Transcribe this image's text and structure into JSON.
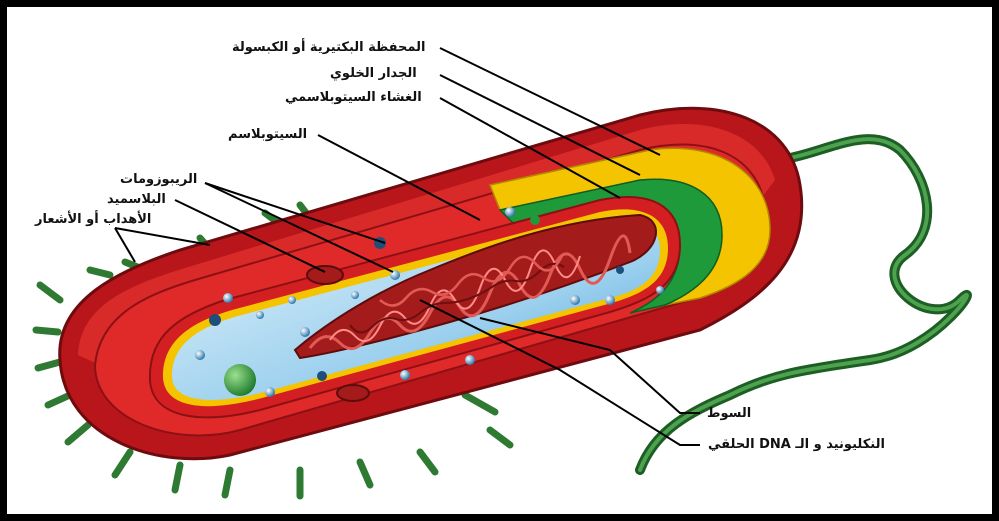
{
  "labels": {
    "capsule": "المحفظة البكتيرية أو الكبسولة",
    "cell_wall": "الجدار الخلوي",
    "membrane": "الغشاء السيتوبلاسمي",
    "cytoplasm": "السيتوبلاسم",
    "ribosomes": "الريبوزومات",
    "plasmid": "البلاسميد",
    "pili": "الأهداب أو الأشعار",
    "flagellum": "السوط",
    "nucleoid": "النكليونيد و الـ DNA الحلقي"
  },
  "colors": {
    "capsule": "#c8171c",
    "cell_wall": "#f5c400",
    "membrane": "#1f9a3a",
    "cytoplasm": "#bfe0f3",
    "dna": "#b5201e",
    "pili": "#2e7d32",
    "flagellum": "#2e7d32"
  }
}
